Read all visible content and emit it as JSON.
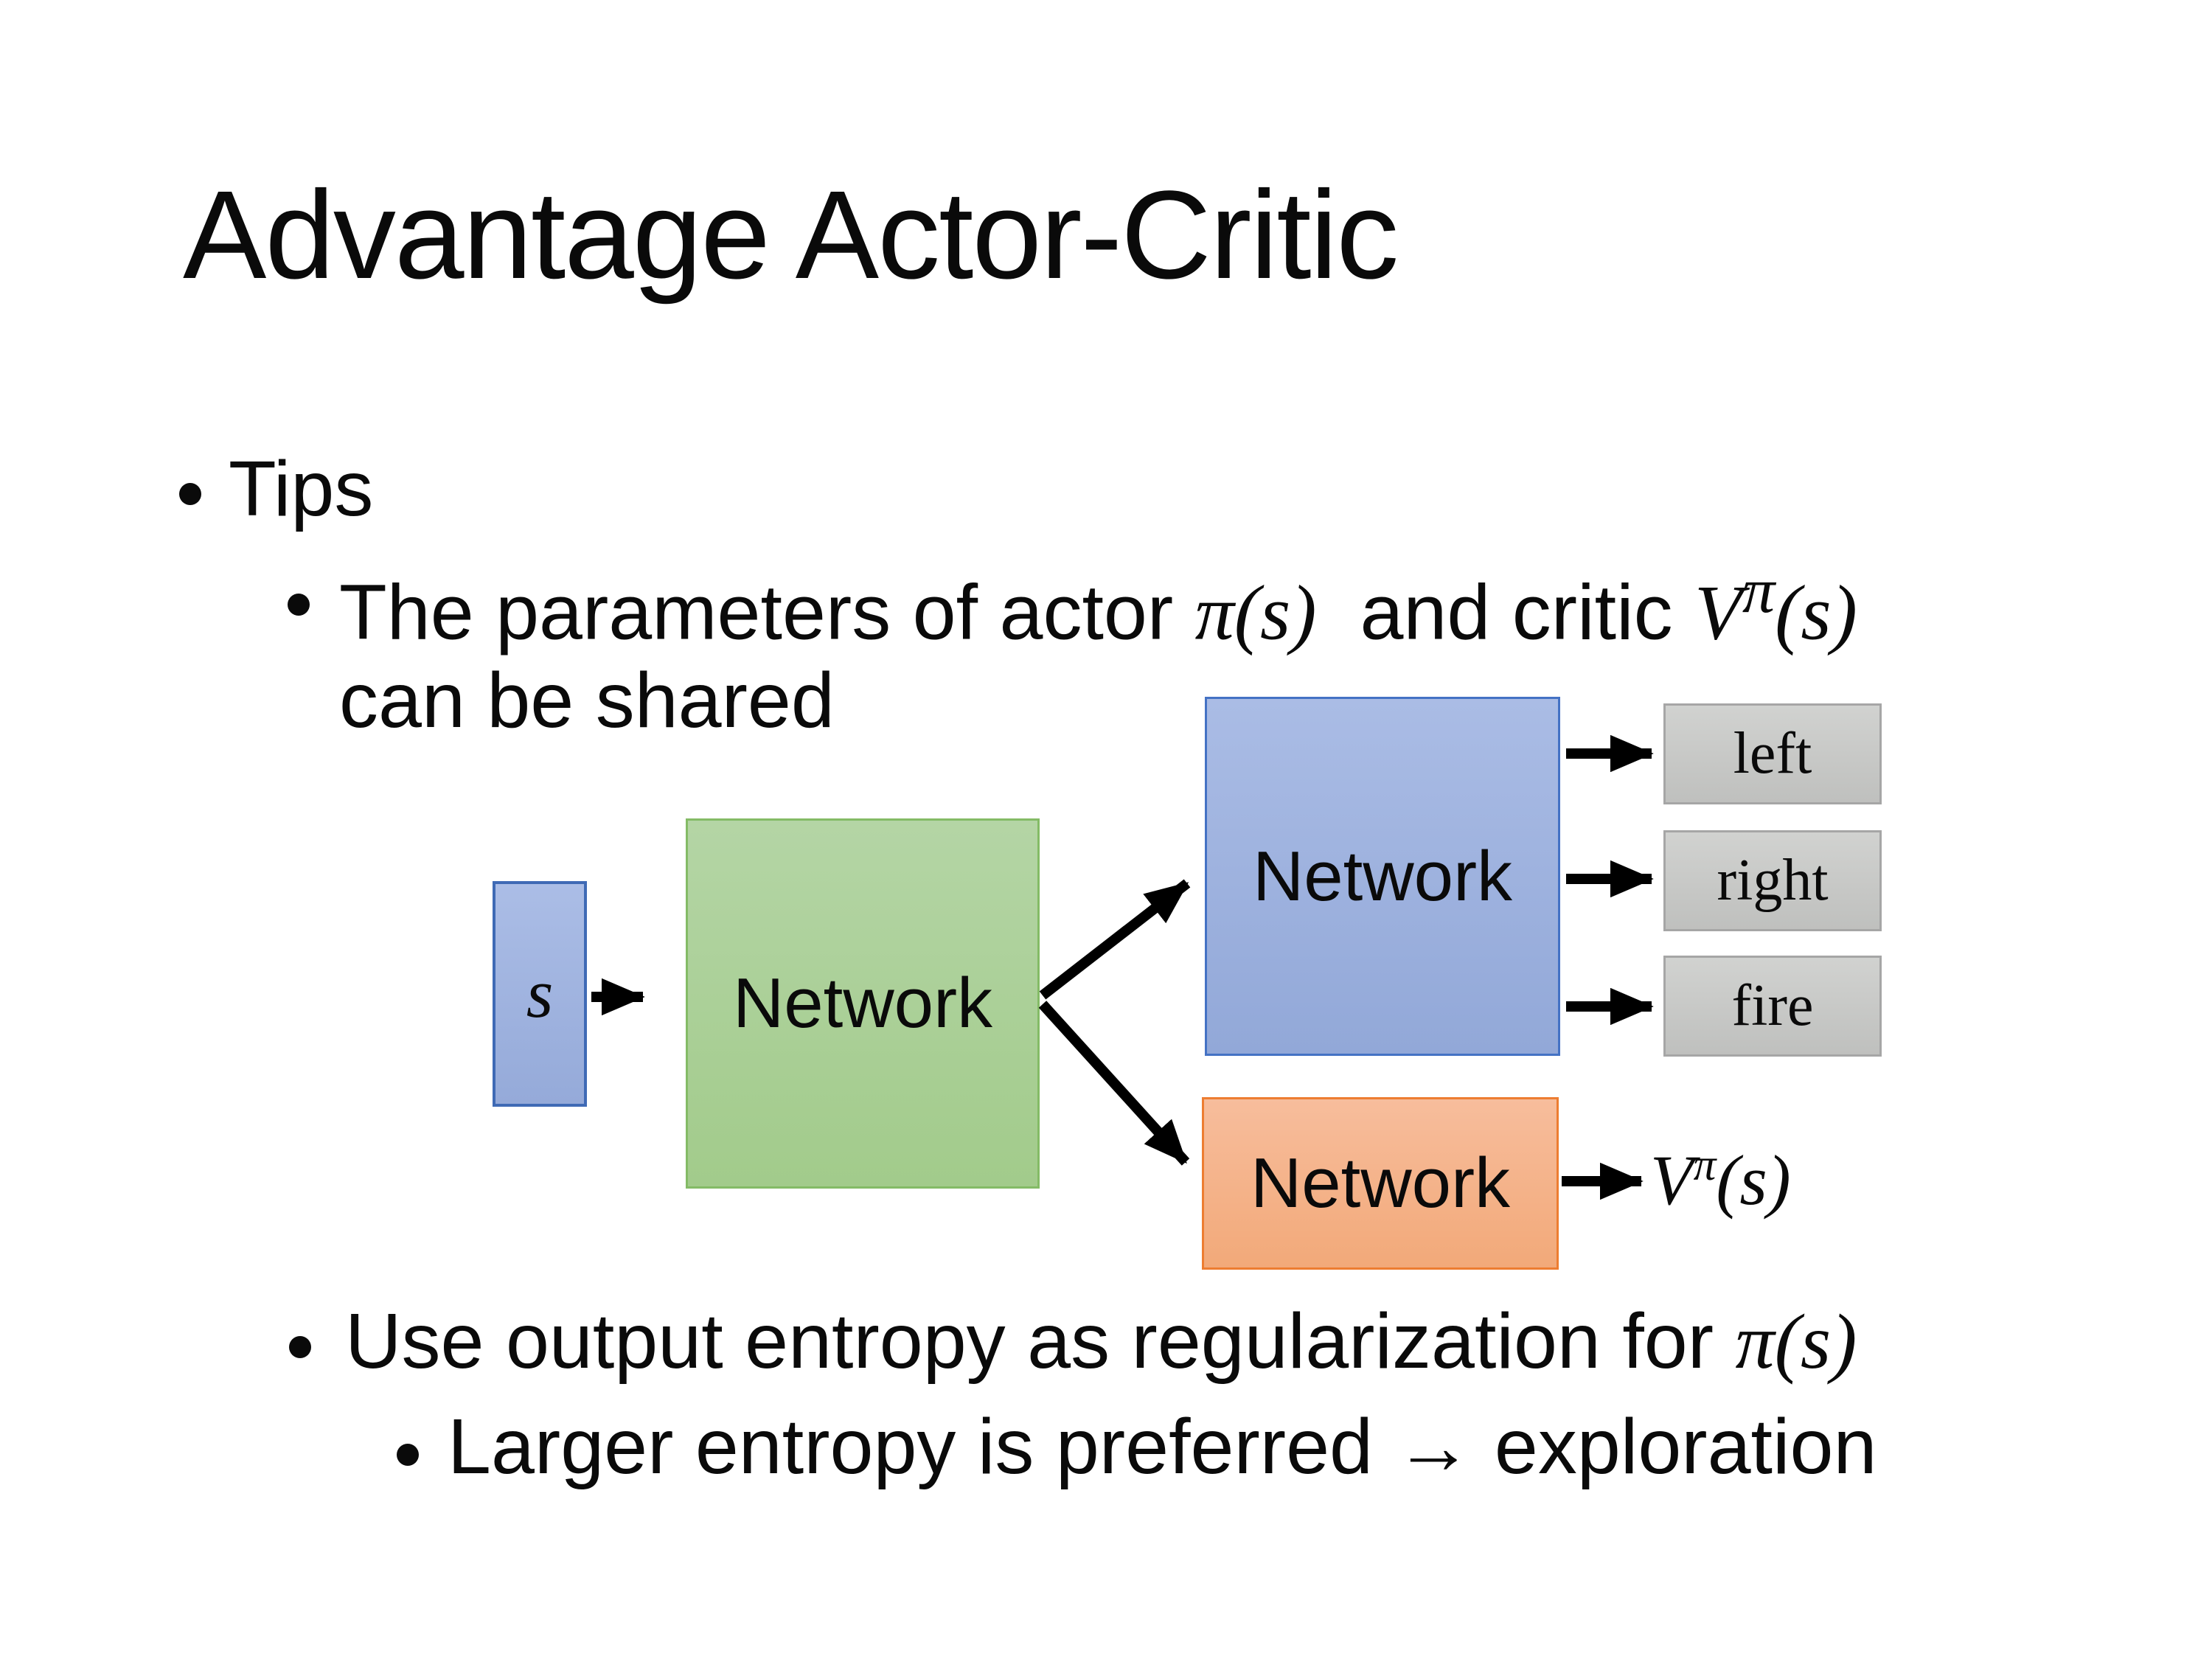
{
  "slide": {
    "title": "Advantage Actor-Critic",
    "bullets": {
      "tips_label": "Tips",
      "param_pre": "The parameters of actor ",
      "param_math_actor": "π(s)",
      "param_mid": "  and critic ",
      "param_v_base": "V",
      "param_v_sup": "π",
      "param_v_arg": "(s)",
      "param_line2": "can be shared",
      "entropy_pre": "Use output entropy as regularization for ",
      "entropy_math": "π(s)",
      "exploration_text": "Larger entropy is preferred → exploration"
    },
    "diagram": {
      "input_label": "s",
      "shared_network_label": "Network",
      "actor_network_label": "Network",
      "critic_network_label": "Network",
      "actions": [
        "left",
        "right",
        "fire"
      ],
      "critic_output_base": "V",
      "critic_output_sup": "π",
      "critic_output_arg": "(s)",
      "colors": {
        "input_fill": "#9FB2DF",
        "input_border": "#3F6AB5",
        "shared_fill": "#A9D18E",
        "shared_border": "#84BB66",
        "actor_fill": "#9EB2DF",
        "actor_border": "#4472C4",
        "critic_fill": "#F5B38C",
        "critic_border": "#ED7D31",
        "action_fill": "#C8C9C7",
        "action_border": "#A6A6A6",
        "arrow": "#000000",
        "text": "#0a0a0a",
        "background": "#ffffff"
      }
    }
  }
}
